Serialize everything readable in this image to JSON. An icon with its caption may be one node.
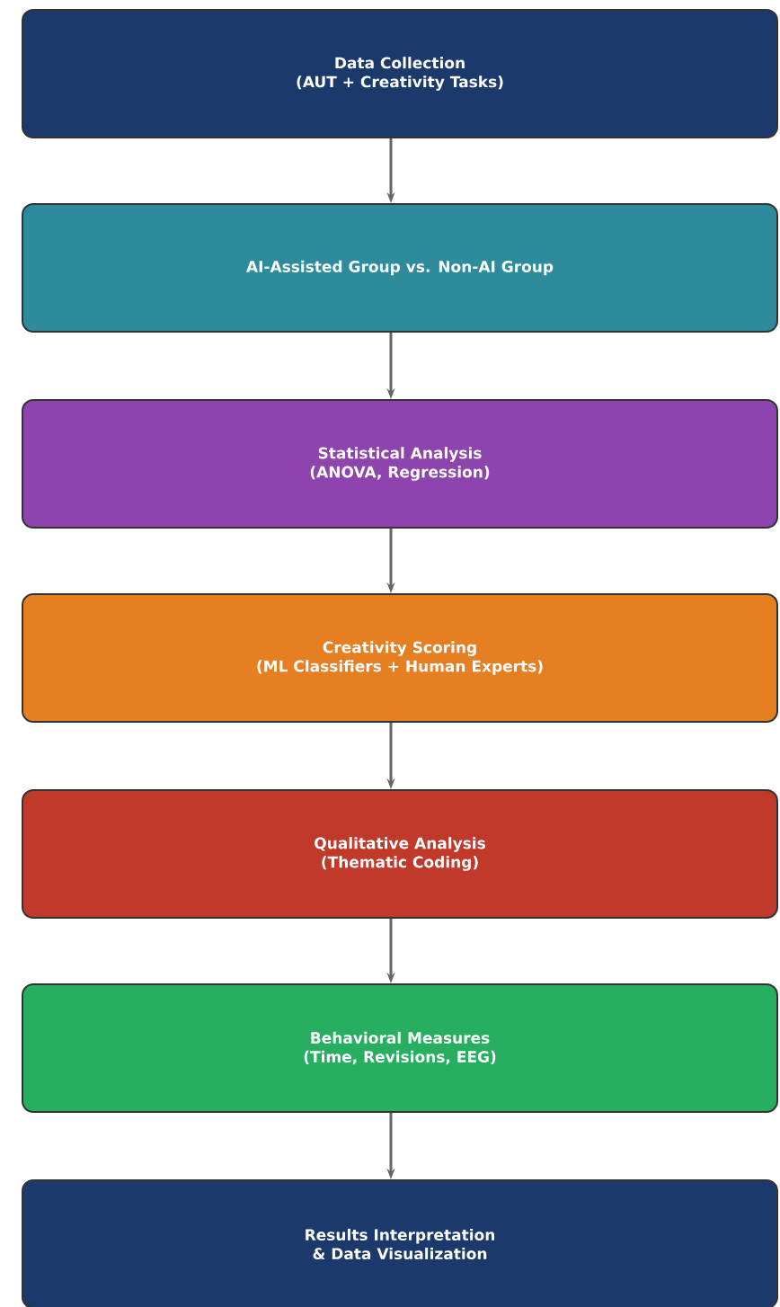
{
  "diagram": {
    "nodes": [
      {
        "text": [
          "Data Collection",
          "(AUT + Creativity Tasks)"
        ]
      },
      {
        "text": [
          "AI-Assisted Group vs. Non-AI Group"
        ]
      },
      {
        "text": [
          "Statistical Analysis",
          "(ANOVA, Regression)"
        ]
      },
      {
        "text": [
          "Creativity Scoring",
          "(ML Classifiers + Human Experts)"
        ]
      },
      {
        "text": [
          "Qualitative Analysis",
          "(Thematic Coding)"
        ]
      },
      {
        "text": [
          "Behavioral Measures",
          "(Time, Revisions, EEG)"
        ]
      },
      {
        "text": [
          "Results Interpretation",
          "& Data Visualization"
        ]
      }
    ],
    "edges": [
      {
        "from": 0,
        "to": 1,
        "arrow": "to"
      },
      {
        "from": 1,
        "to": 2,
        "arrow": "to"
      },
      {
        "from": 2,
        "to": 3,
        "arrow": "to"
      },
      {
        "from": 3,
        "to": 4,
        "arrow": "to"
      },
      {
        "from": 4,
        "to": 5,
        "arrow": "to"
      },
      {
        "from": 5,
        "to": 6,
        "arrow": "to"
      }
    ]
  }
}
